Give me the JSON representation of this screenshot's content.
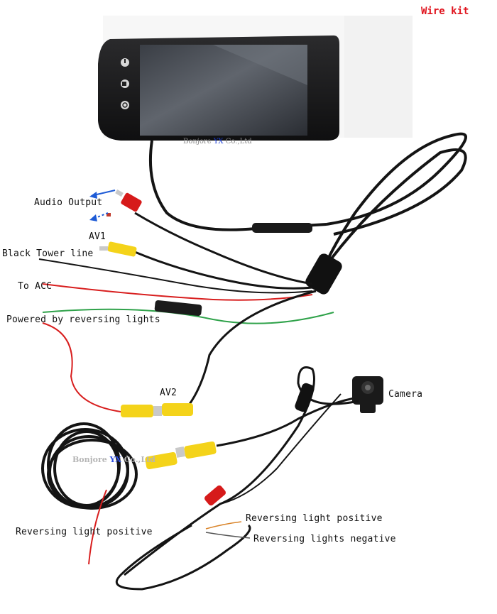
{
  "title": "Wire kit",
  "labels": {
    "audio_output": "Audio Output",
    "av1": "AV1",
    "black_tower_line": "Black Tower line",
    "to_acc": "To ACC",
    "powered_by_reversing_lights": "Powered by reversing lights",
    "av2": "AV2",
    "camera": "Camera",
    "reversing_light_positive_left": "Reversing light positive",
    "reversing_light_positive_right": "Reversing light positive",
    "reversing_lights_negative": "Reversing lights negative"
  },
  "watermarks": {
    "monitor_brand_pre": "Bonjore ",
    "monitor_brand_hl": "YX",
    "monitor_brand_post": " Co.,Ltd",
    "cable_brand_pre": "Bonjore ",
    "cable_brand_hl": "YX",
    "cable_brand_post": " Co.,Ltd"
  },
  "colors": {
    "title": "#e0141e",
    "arrow": "#1e5bd6",
    "wire_red": "#d81e1e",
    "wire_green": "#2fa24a",
    "wire_orange": "#d9842a",
    "rca_yellow": "#f4d31a",
    "rca_red": "#d61a1a",
    "cable_black": "#141414"
  },
  "icons": {
    "monitor_buttons": [
      "power-icon",
      "source-icon",
      "power-icon"
    ]
  }
}
